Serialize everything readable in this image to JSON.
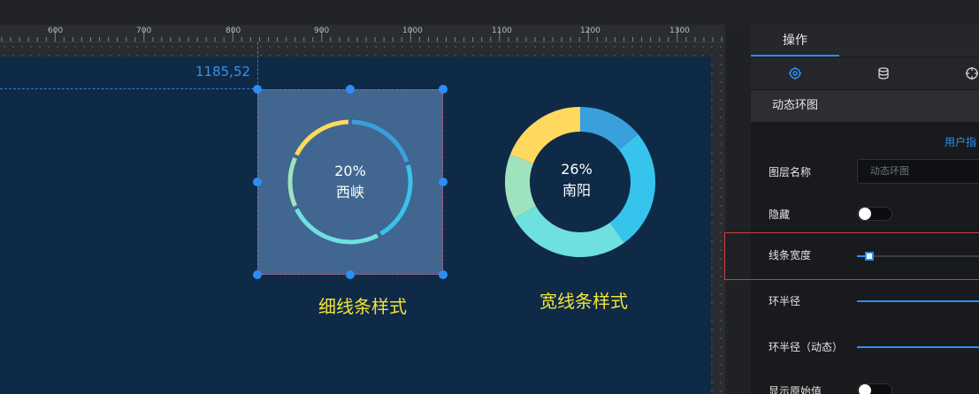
{
  "ruler": {
    "ticks": [
      "600",
      "700",
      "800",
      "900",
      "1000",
      "1100",
      "1200",
      "1300"
    ]
  },
  "canvas": {
    "coordinate_readout": "1185,52"
  },
  "charts": [
    {
      "center_value": "20%",
      "center_name": "西峡",
      "caption": "细线条样式",
      "selected": true
    },
    {
      "center_value": "26%",
      "center_name": "南阳",
      "caption": "宽线条样式",
      "selected": false
    }
  ],
  "chart_data": [
    {
      "type": "pie",
      "title": "细线条样式",
      "slices": [
        {
          "color": "#3aa0dc",
          "value": 20
        },
        {
          "color": "#37c4ec",
          "value": 22
        },
        {
          "color": "#6fe0e0",
          "value": 26
        },
        {
          "color": "#9fe3be",
          "value": 14
        },
        {
          "color": "#ffd95e",
          "value": 18
        }
      ]
    },
    {
      "type": "pie",
      "title": "宽线条样式",
      "slices": [
        {
          "color": "#3aa0dc",
          "value": 14
        },
        {
          "color": "#37c4ec",
          "value": 26
        },
        {
          "color": "#6fe0e0",
          "value": 27
        },
        {
          "color": "#9fe3be",
          "value": 14
        },
        {
          "color": "#ffd95e",
          "value": 19
        }
      ]
    }
  ],
  "panel": {
    "tab_label": "操作",
    "icons": [
      "settings-icon",
      "database-icon",
      "target-icon"
    ],
    "section_title": "动态环图",
    "guide_link": "用户指",
    "fields": {
      "layer_name_label": "图层名称",
      "layer_name_placeholder": "动态环图",
      "hidden_label": "隐藏",
      "hidden_on": false,
      "line_width_label": "线条宽度",
      "line_width_fraction": 0.1,
      "ring_radius_label": "环半径",
      "ring_radius_dynamic_label": "环半径（动态）",
      "show_raw_label": "显示原始值",
      "show_raw_on": false
    }
  },
  "colors": {
    "canvas_bg": "#0f2a47",
    "accent": "#2a8ff5",
    "caption": "#f0e43c",
    "selection_fill": "#416690"
  }
}
